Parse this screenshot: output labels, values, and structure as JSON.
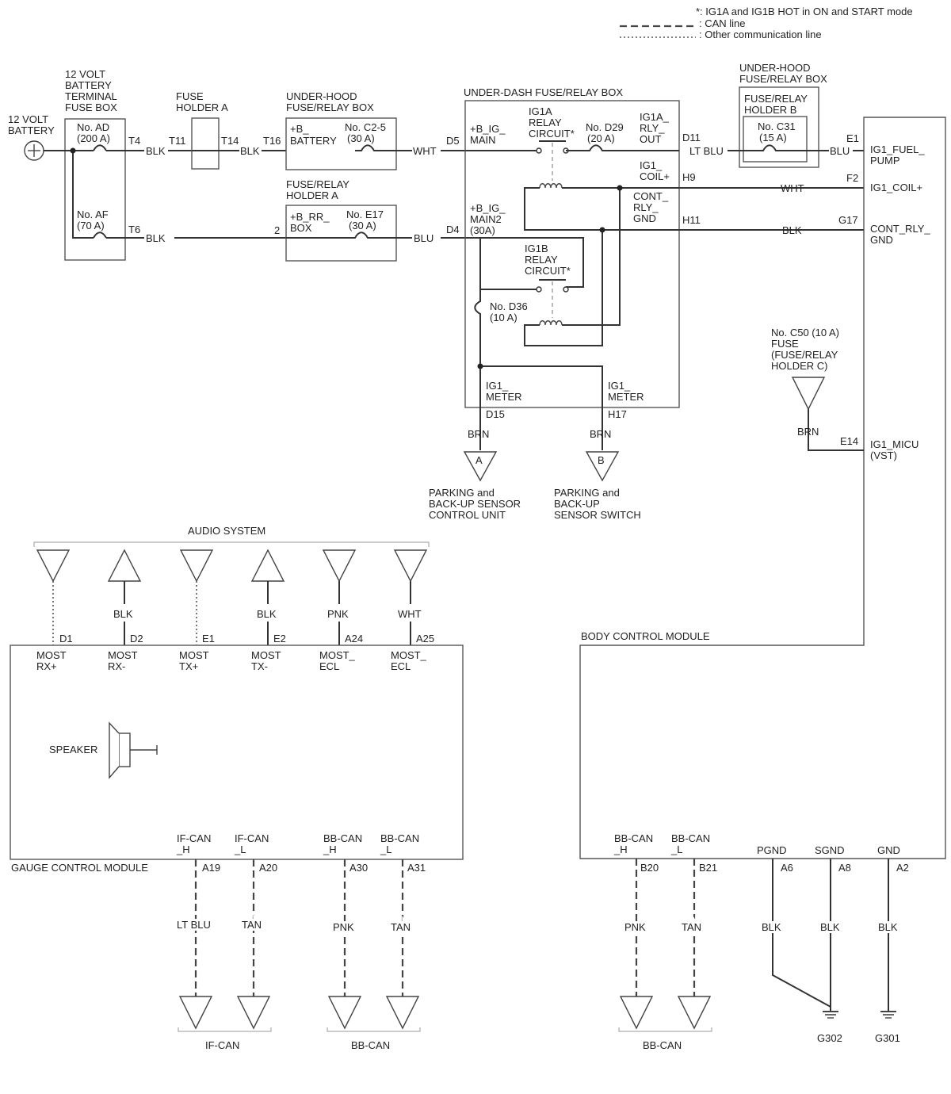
{
  "legend": {
    "star_note": "*: IG1A and IG1B HOT in ON and START mode",
    "can_line": ": CAN line",
    "comm_line": ": Other communication line"
  },
  "battery": {
    "label": [
      "12 VOLT",
      "BATTERY"
    ]
  },
  "terminal_fuse_box": {
    "title": [
      "12 VOLT",
      "BATTERY",
      "TERMINAL",
      "FUSE BOX"
    ],
    "fuse_ad": [
      "No. AD",
      "(200 A)"
    ],
    "fuse_af": [
      "No. AF",
      "(70 A)"
    ],
    "pin_t4": "T4",
    "pin_t6": "T6"
  },
  "fuse_holder_a": {
    "title": [
      "FUSE",
      "HOLDER A"
    ],
    "pin_t11": "T11",
    "pin_t14": "T14"
  },
  "underhood_box": {
    "title": [
      "UNDER-HOOD",
      "FUSE/RELAY BOX"
    ],
    "pin_t16": "T16",
    "b_battery": [
      "+B_",
      "BATTERY"
    ],
    "fuse_c25": [
      "No. C2-5",
      "(30 A)"
    ]
  },
  "fuse_relay_holder_a": {
    "title": [
      "FUSE/RELAY",
      "HOLDER A"
    ],
    "pin_2": "2",
    "b_rr_box": [
      "+B_RR_",
      "BOX"
    ],
    "fuse_e17": [
      "No. E17",
      "(30 A)"
    ]
  },
  "underdash_box": {
    "title": "UNDER-DASH FUSE/RELAY BOX",
    "pin_d5": "D5",
    "b_ig_main": [
      "+B_IG_",
      "MAIN"
    ],
    "ig1a_relay": [
      "IG1A",
      "RELAY",
      "CIRCUIT*"
    ],
    "fuse_d29": [
      "No. D29",
      "(20 A)"
    ],
    "ig1a_rly_out": [
      "IG1A_",
      "RLY_",
      "OUT"
    ],
    "pin_d11": "D11",
    "ig1_coil": [
      "IG1_",
      "COIL+"
    ],
    "pin_h9": "H9",
    "cont_rly_gnd": [
      "CONT_",
      "RLY_",
      "GND"
    ],
    "pin_h11": "H11",
    "pin_d4": "D4",
    "b_ig_main2": [
      "+B_IG_",
      "MAIN2",
      "(30A)"
    ],
    "ig1b_relay": [
      "IG1B",
      "RELAY",
      "CIRCUIT*"
    ],
    "fuse_d36": [
      "No. D36",
      "(10 A)"
    ],
    "ig1_meter_left": [
      "IG1_",
      "METER"
    ],
    "pin_d15": "D15",
    "ig1_meter_right": [
      "IG1_",
      "METER"
    ],
    "pin_h17": "H17"
  },
  "underhood_box_b": {
    "title": [
      "UNDER-HOOD",
      "FUSE/RELAY BOX"
    ],
    "holder_b": [
      "FUSE/RELAY",
      "HOLDER B"
    ],
    "fuse_c31": [
      "No. C31",
      "(15 A)"
    ]
  },
  "fuse_c50": [
    "No. C50 (10 A)",
    "FUSE",
    "(FUSE/RELAY",
    "HOLDER C)"
  ],
  "wires": {
    "blk": "BLK",
    "wht": "WHT",
    "blu": "BLU",
    "lt_blu": "LT BLU",
    "brn": "BRN",
    "pnk": "PNK",
    "tan": "TAN"
  },
  "connectors": {
    "a": "A",
    "b": "B",
    "a_label": [
      "PARKING and",
      "BACK-UP SENSOR",
      "CONTROL UNIT"
    ],
    "b_label": [
      "PARKING and",
      "BACK-UP",
      "SENSOR SWITCH"
    ]
  },
  "bcm": {
    "title": "BODY CONTROL MODULE",
    "e1": "E1",
    "ig1_fuel_pump": [
      "IG1_FUEL_",
      "PUMP"
    ],
    "f2": "F2",
    "ig1_coil": "IG1_COIL+",
    "g17": "G17",
    "cont_rly_gnd": [
      "CONT_RLY_",
      "GND"
    ],
    "e14": "E14",
    "ig1_micu": [
      "IG1_MICU",
      "(VST)"
    ],
    "bb_can_h": [
      "BB-CAN",
      "_H"
    ],
    "bb_can_l": [
      "BB-CAN",
      "_L"
    ],
    "pgnd": "PGND",
    "sgnd": "SGND",
    "gnd": "GND",
    "b20": "B20",
    "b21": "B21",
    "a6": "A6",
    "a8": "A8",
    "a2": "A2",
    "bb_can_group": "BB-CAN",
    "g302": "G302",
    "g301": "G301"
  },
  "audio": {
    "title": "AUDIO SYSTEM"
  },
  "gauge": {
    "title": "GAUGE CONTROL MODULE",
    "pins": [
      "D1",
      "D2",
      "E1",
      "E2",
      "A24",
      "A25"
    ],
    "pin_labels": [
      [
        "MOST",
        "RX+"
      ],
      [
        "MOST",
        "RX-"
      ],
      [
        "MOST",
        "TX+"
      ],
      [
        "MOST",
        "TX-"
      ],
      [
        "MOST_",
        "ECL"
      ],
      [
        "MOST_",
        "ECL"
      ]
    ],
    "speaker": "SPEAKER",
    "if_can_h": [
      "IF-CAN",
      "_H"
    ],
    "if_can_l": [
      "IF-CAN",
      "_L"
    ],
    "bb_can_h": [
      "BB-CAN",
      "_H"
    ],
    "bb_can_l": [
      "BB-CAN",
      "_L"
    ],
    "a19": "A19",
    "a20": "A20",
    "a30": "A30",
    "a31": "A31",
    "if_can_group": "IF-CAN",
    "bb_can_group": "BB-CAN"
  }
}
